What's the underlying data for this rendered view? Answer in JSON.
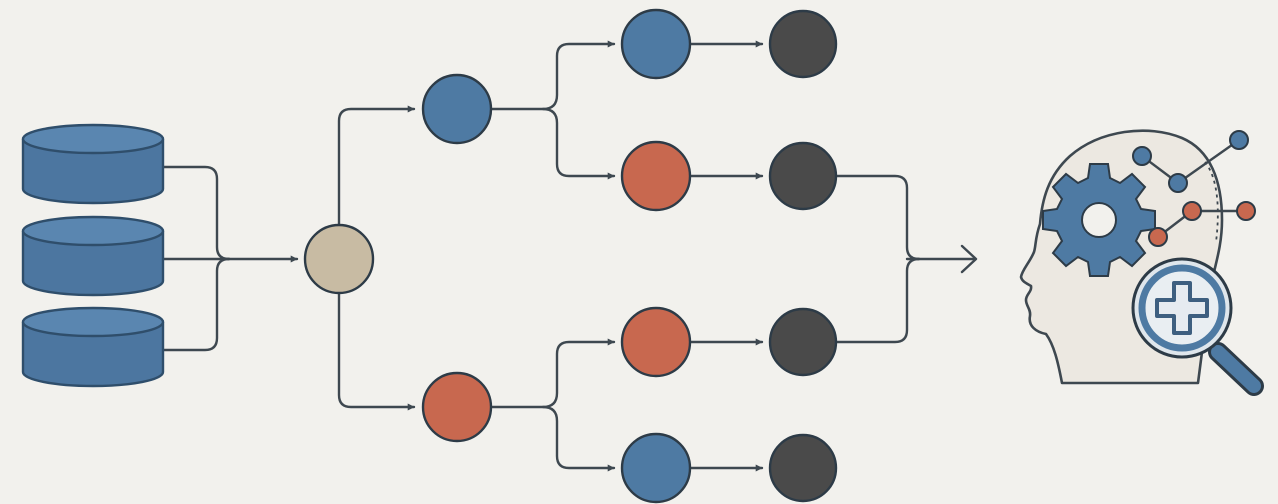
{
  "diagram": {
    "colors": {
      "background": "#f2f1ed",
      "line": "#3e4850",
      "database": "#4c76a0",
      "merge_node": "#c8bba3",
      "blue_node": "#4e7aa3",
      "orange_node": "#c8684f",
      "dark_node": "#4a4a4a",
      "head_fill": "#ece8e1",
      "gear": "#4e7aa3"
    },
    "data_sources": [
      {
        "icon": "database-icon"
      },
      {
        "icon": "database-icon"
      },
      {
        "icon": "database-icon"
      }
    ],
    "merge_node": {
      "color": "merge_node"
    },
    "branches": [
      {
        "node_color": "blue_node",
        "leaves": [
          {
            "first": "blue_node",
            "second": "dark_node"
          },
          {
            "first": "orange_node",
            "second": "dark_node"
          }
        ]
      },
      {
        "node_color": "orange_node",
        "leaves": [
          {
            "first": "orange_node",
            "second": "dark_node"
          },
          {
            "first": "blue_node",
            "second": "dark_node"
          }
        ]
      }
    ],
    "output": {
      "icon": "ai-head-icon",
      "parts": [
        "gear-icon",
        "network-icon",
        "magnifier-plus-icon"
      ]
    }
  }
}
